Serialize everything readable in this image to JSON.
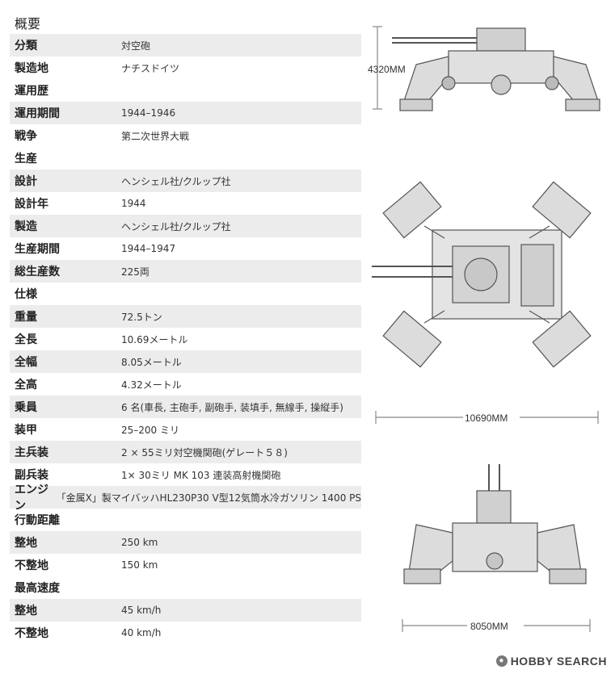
{
  "spec": {
    "title": "概要",
    "rows": [
      {
        "key": "分類",
        "value": "対空砲",
        "type": "row",
        "shade": true
      },
      {
        "key": "製造地",
        "value": "ナチスドイツ",
        "type": "row",
        "shade": false
      },
      {
        "key": "運用歴",
        "value": "",
        "type": "section",
        "shade": false
      },
      {
        "key": "運用期間",
        "value": "1944–1946",
        "type": "row",
        "shade": true
      },
      {
        "key": "戦争",
        "value": "第二次世界大戦",
        "type": "row",
        "shade": false
      },
      {
        "key": "生産",
        "value": "",
        "type": "section",
        "shade": false
      },
      {
        "key": "設計",
        "value": "ヘンシェル社/クルップ社",
        "type": "row",
        "shade": true
      },
      {
        "key": "設計年",
        "value": "1944",
        "type": "row",
        "shade": false
      },
      {
        "key": "製造",
        "value": "ヘンシェル社/クルップ社",
        "type": "row",
        "shade": true
      },
      {
        "key": "生産期間",
        "value": "1944–1947",
        "type": "row",
        "shade": false
      },
      {
        "key": "総生産数",
        "value": "225両",
        "type": "row",
        "shade": true
      },
      {
        "key": "仕様",
        "value": "",
        "type": "section",
        "shade": false
      },
      {
        "key": "重量",
        "value": "72.5トン",
        "type": "row",
        "shade": true
      },
      {
        "key": "全長",
        "value": "10.69メートル",
        "type": "row",
        "shade": false
      },
      {
        "key": "全幅",
        "value": "8.05メートル",
        "type": "row",
        "shade": true
      },
      {
        "key": "全高",
        "value": "4.32メートル",
        "type": "row",
        "shade": false
      },
      {
        "key": "乗員",
        "value": "6 名(車長, 主砲手, 副砲手, 装填手, 無線手, 操縦手)",
        "type": "row",
        "shade": true
      },
      {
        "key": "装甲",
        "value": "25–200 ミリ",
        "type": "row",
        "shade": false
      },
      {
        "key": "主兵装",
        "value": "2 × 55ミリ対空機関砲(ゲレート５８)",
        "type": "row",
        "shade": true
      },
      {
        "key": "副兵装",
        "value": "1× 30ミリ MK 103 連装高射機関砲",
        "type": "row",
        "shade": false
      },
      {
        "key": "エンジン",
        "value": "「金属X」製マイバッハHL230P30 V型12気筒水冷ガソリン 1400 PS",
        "type": "row",
        "shade": true
      },
      {
        "key": "行動距離",
        "value": "",
        "type": "section",
        "shade": false
      },
      {
        "key": "整地",
        "value": "250 km",
        "type": "row",
        "shade": true
      },
      {
        "key": "不整地",
        "value": "150 km",
        "type": "row",
        "shade": false
      },
      {
        "key": "最高速度",
        "value": "",
        "type": "section",
        "shade": false
      },
      {
        "key": "整地",
        "value": "45 km/h",
        "type": "row",
        "shade": true
      },
      {
        "key": "不整地",
        "value": "40 km/h",
        "type": "row",
        "shade": false
      }
    ]
  },
  "drawings": {
    "height_label": "4320MM",
    "length_label": "10690MM",
    "width_label": "8050MM"
  },
  "watermark": {
    "text": "HOBBY SEARCH"
  }
}
